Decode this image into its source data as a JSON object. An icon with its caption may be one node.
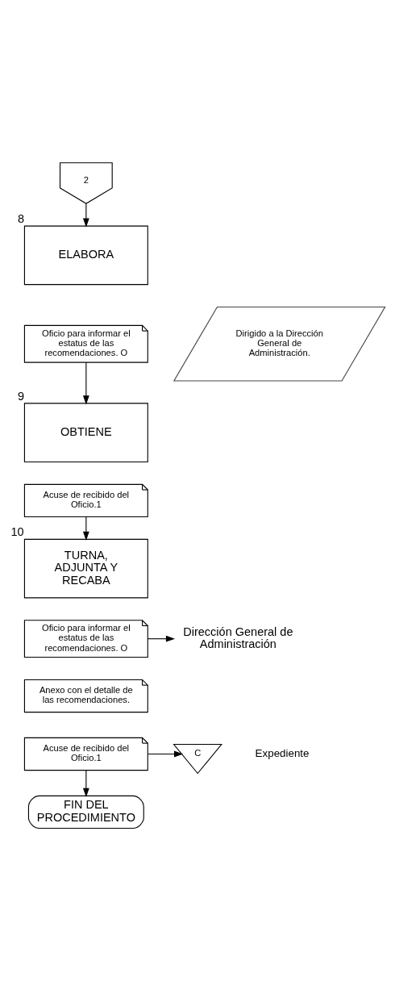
{
  "diagram": {
    "nodes": [
      {
        "text": [
          "2"
        ]
      },
      {
        "text": [
          "ELABORA"
        ],
        "beside": [
          "8"
        ]
      },
      {
        "text": [
          "Oficio para informar el estatus de las recomendaciones. O"
        ]
      },
      {
        "text": [
          "Dirigido a la Dirección General de Administración."
        ]
      },
      {
        "text": [
          "OBTIENE"
        ],
        "beside": [
          "9"
        ]
      },
      {
        "text": [
          "Acuse de recibido del Oficio.1"
        ]
      },
      {
        "text": [
          "TURNA, ADJUNTA Y RECABA"
        ],
        "beside": [
          "10"
        ]
      },
      {
        "text": [
          "Oficio para informar el estatus de las recomendaciones. O"
        ]
      },
      {
        "text": [
          "Anexo con el detalle de las recomendaciones."
        ]
      },
      {
        "text": [
          "Acuse de recibido del Oficio.1"
        ]
      },
      {
        "text": [
          "Dirección General de Administración"
        ]
      },
      {
        "text": [
          "C"
        ],
        "beside": [
          "Expediente"
        ]
      },
      {
        "text": [
          "FIN DEL PROCEDIMIENTO"
        ]
      }
    ],
    "edges": [
      {
        "from": 0,
        "to": 1,
        "arrow": "to"
      },
      {
        "from": 2,
        "to": 4,
        "arrow": "to"
      },
      {
        "from": 5,
        "to": 6,
        "arrow": "to"
      },
      {
        "from": 7,
        "to": 10,
        "arrow": "to"
      },
      {
        "from": 9,
        "to": 11,
        "arrow": "to"
      },
      {
        "from": 9,
        "to": 12,
        "arrow": "to"
      }
    ]
  }
}
